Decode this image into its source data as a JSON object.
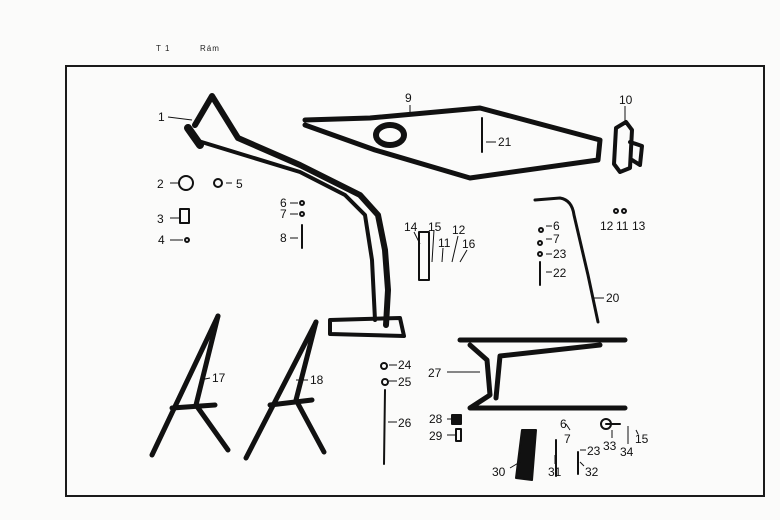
{
  "header": {
    "code": "T 1",
    "title": "Rám"
  },
  "callouts": [
    {
      "id": "c1",
      "text": "1"
    },
    {
      "id": "c2",
      "text": "2"
    },
    {
      "id": "c3",
      "text": "3"
    },
    {
      "id": "c4",
      "text": "4"
    },
    {
      "id": "c5",
      "text": "5"
    },
    {
      "id": "c6a",
      "text": "6"
    },
    {
      "id": "c7a",
      "text": "7"
    },
    {
      "id": "c8",
      "text": "8"
    },
    {
      "id": "c9",
      "text": "9"
    },
    {
      "id": "c10",
      "text": "10"
    },
    {
      "id": "c21",
      "text": "21"
    },
    {
      "id": "c12a",
      "text": "12"
    },
    {
      "id": "c11a",
      "text": "11"
    },
    {
      "id": "c13",
      "text": "13"
    },
    {
      "id": "c14",
      "text": "14"
    },
    {
      "id": "c15a",
      "text": "15"
    },
    {
      "id": "c11b",
      "text": "11"
    },
    {
      "id": "c12b",
      "text": "12"
    },
    {
      "id": "c16",
      "text": "16"
    },
    {
      "id": "c6b",
      "text": "6"
    },
    {
      "id": "c7b",
      "text": "7"
    },
    {
      "id": "c23a",
      "text": "23"
    },
    {
      "id": "c22",
      "text": "22"
    },
    {
      "id": "c20",
      "text": "20"
    },
    {
      "id": "c17",
      "text": "17"
    },
    {
      "id": "c18",
      "text": "18"
    },
    {
      "id": "c24",
      "text": "24"
    },
    {
      "id": "c25",
      "text": "25"
    },
    {
      "id": "c26",
      "text": "26"
    },
    {
      "id": "c27",
      "text": "27"
    },
    {
      "id": "c28",
      "text": "28"
    },
    {
      "id": "c29",
      "text": "29"
    },
    {
      "id": "c30",
      "text": "30"
    },
    {
      "id": "c6c",
      "text": "6"
    },
    {
      "id": "c7c",
      "text": "7"
    },
    {
      "id": "c23b",
      "text": "23"
    },
    {
      "id": "c31",
      "text": "31"
    },
    {
      "id": "c32",
      "text": "32"
    },
    {
      "id": "c33",
      "text": "33"
    },
    {
      "id": "c34",
      "text": "34"
    },
    {
      "id": "c15b",
      "text": "15"
    }
  ]
}
